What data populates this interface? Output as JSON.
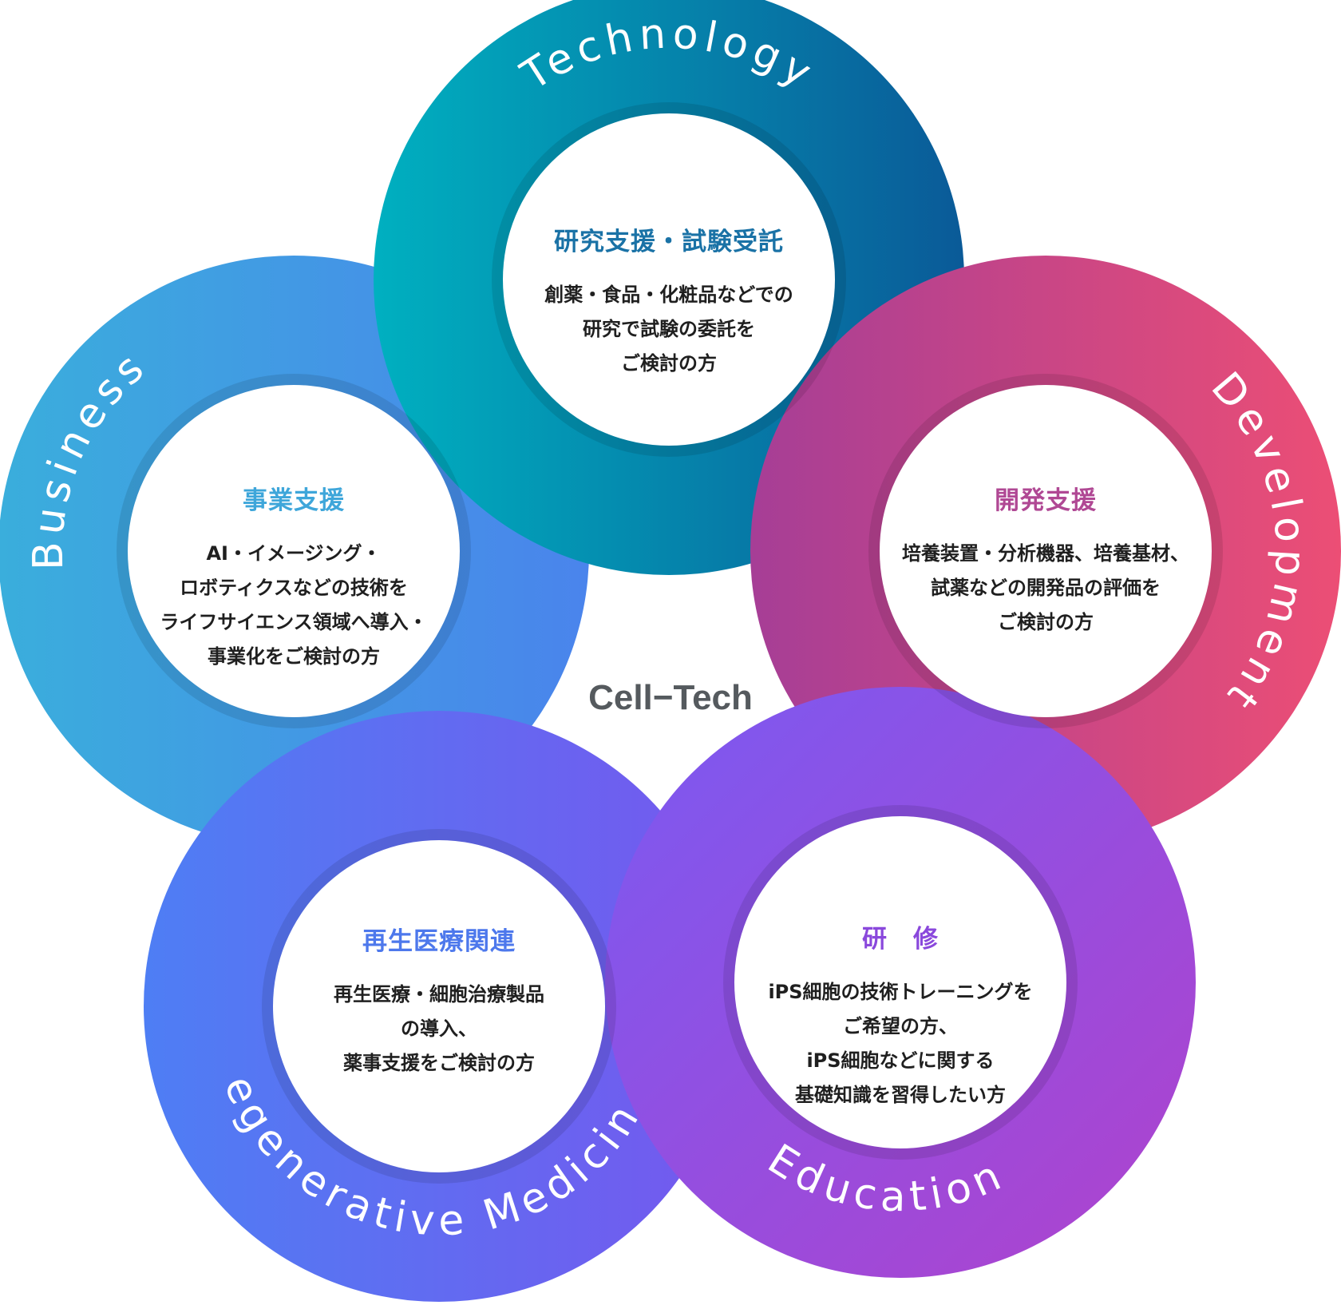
{
  "center_label": "Cell−Tech",
  "segments": [
    {
      "key": "technology",
      "ring_label": "Technology",
      "title": "研究支援・試験受託",
      "body": [
        "創薬・食品・化粧品などでの",
        "研究で試験の委託を",
        "ご検討の方"
      ],
      "title_color": "#1a72a6",
      "gradient": [
        "#00b0c0",
        "#0a5a98"
      ]
    },
    {
      "key": "development",
      "ring_label": "Development",
      "title": "開発支援",
      "body": [
        "培養装置・分析機器、培養基材、",
        "試薬などの開発品の評価を",
        "ご検討の方"
      ],
      "title_color": "#b04894",
      "gradient": [
        "#a63e96",
        "#ec4e75"
      ]
    },
    {
      "key": "education",
      "ring_label": "Education",
      "title": "研　修",
      "body": [
        "iPS細胞の技術トレーニングを",
        "ご希望の方、",
        "iPS細胞などに関する",
        "基礎知識を習得したい方"
      ],
      "title_color": "#8a48dc",
      "gradient": [
        "#7a5af2",
        "#b042cc"
      ]
    },
    {
      "key": "regenerative-medicine",
      "ring_label": "Regenerative Medicine",
      "title": "再生医療関連",
      "body": [
        "再生医療・細胞治療製品",
        "の導入、",
        "薬事支援をご検討の方"
      ],
      "title_color": "#4d78ec",
      "gradient": [
        "#4e7ef4",
        "#7558ee"
      ]
    },
    {
      "key": "business",
      "ring_label": "Business",
      "title": "事業支援",
      "body": [
        "AI・イメージング・",
        "ロボティクスなどの技術を",
        "ライフサイエンス領域へ導入・",
        "事業化をご検討の方"
      ],
      "title_color": "#3ea6da",
      "gradient": [
        "#3aaedc",
        "#4a84ec"
      ]
    }
  ]
}
